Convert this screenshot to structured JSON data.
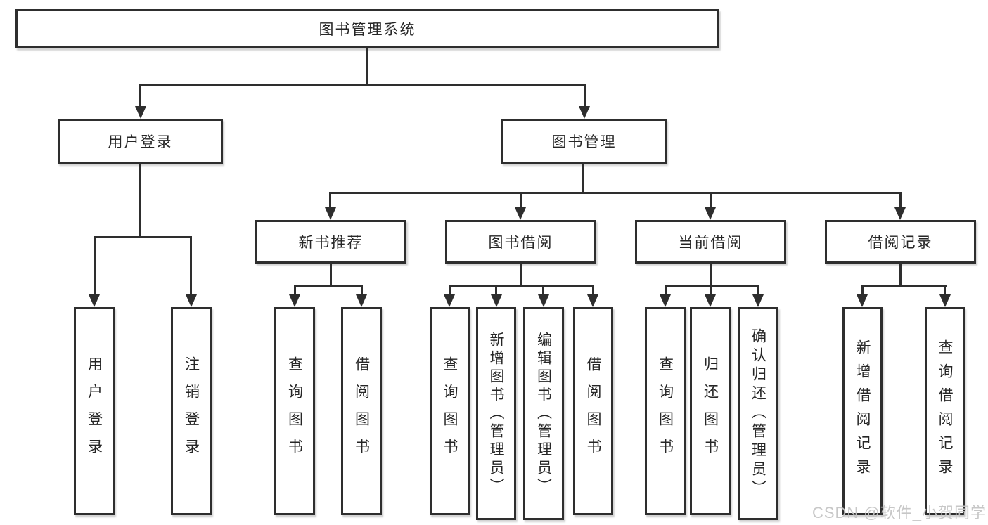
{
  "nodes": {
    "root": {
      "label": "图书管理系统"
    },
    "user_login": {
      "label": "用户登录"
    },
    "book_management": {
      "label": "图书管理"
    },
    "new_book_recommendation": {
      "label": "新书推荐"
    },
    "book_borrowing": {
      "label": "图书借阅"
    },
    "current_borrowing": {
      "label": "当前借阅"
    },
    "borrowing_records": {
      "label": "借阅记录"
    },
    "leaf_user_login": {
      "label": "用户登录"
    },
    "leaf_logout": {
      "label": "注销登录"
    },
    "leaf_recommend_query_books": {
      "label": "查询图书"
    },
    "leaf_recommend_borrow_books": {
      "label": "借阅图书"
    },
    "leaf_borrow_query_books": {
      "label": "查询图书"
    },
    "leaf_borrow_add_books": {
      "label": "新增图书（管理员）"
    },
    "leaf_borrow_edit_books": {
      "label": "编辑图书（管理员）"
    },
    "leaf_borrow_borrow_books": {
      "label": "借阅图书"
    },
    "leaf_current_query_books": {
      "label": "查询图书"
    },
    "leaf_current_return_books": {
      "label": "归还图书"
    },
    "leaf_current_confirm_return": {
      "label": "确认归还（管理员）"
    },
    "leaf_record_add": {
      "label": "新增借阅记录"
    },
    "leaf_record_query": {
      "label": "查询借阅记录"
    }
  },
  "watermark": {
    "text": "CSDN @软件_小贺同学"
  },
  "colors": {
    "line": "#2e2e2e",
    "text": "#262626",
    "watermark": "#c5c5c5",
    "background": "#ffffff"
  }
}
